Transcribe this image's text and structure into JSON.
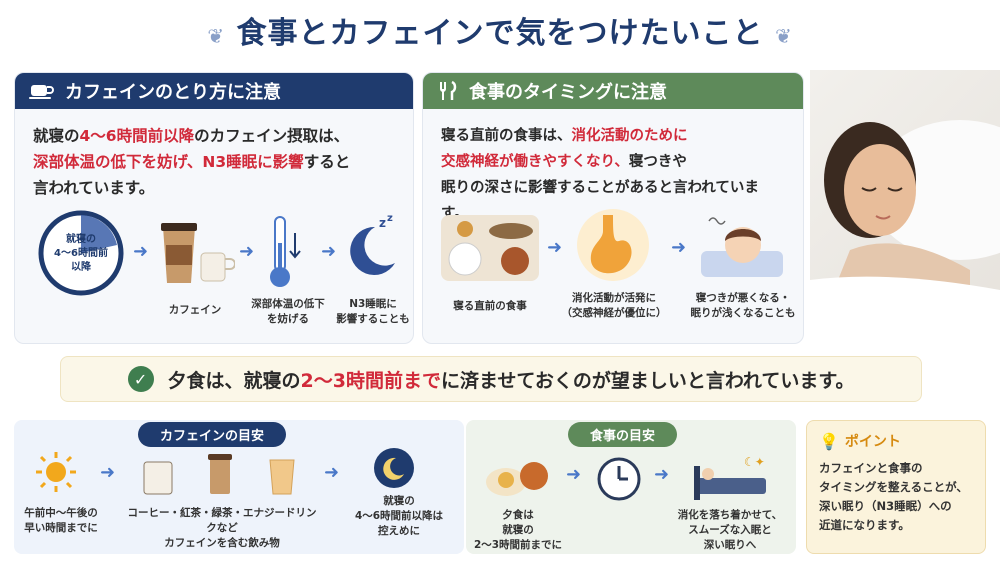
{
  "title": "食事とカフェインで気をつけたいこと",
  "caffeine_panel": {
    "heading": "カフェインのとり方に注意",
    "line1_pre": "就寝の",
    "line1_red": "4〜6時間前以降",
    "line1_post": "のカフェイン摂取は、",
    "line2_red": "深部体温の低下を妨げ、N3睡眠に影響",
    "line2_post": "すると",
    "line3": "言われています。",
    "clock_label_1": "就寝の",
    "clock_label_2": "4〜6時間前",
    "clock_label_3": "以降",
    "cap_caffeine": "カフェイン",
    "cap_temp_1": "深部体温の低下",
    "cap_temp_2": "を妨げる",
    "cap_n3_1": "N3睡眠に",
    "cap_n3_2": "影響することも"
  },
  "meal_panel": {
    "heading": "食事のタイミングに注意",
    "line1_pre": "寝る直前の食事は、",
    "line1_red": "消化活動のために",
    "line2_red": "交感神経が働きやすくなり、",
    "line2_post": "寝つきや",
    "line3": "眠りの深さに影響することがあると言われています。",
    "cap_meal": "寝る直前の食事",
    "cap_digest_1": "消化活動が活発に",
    "cap_digest_2": "（交感神経が優位に）",
    "cap_sleep_1": "寝つきが悪くなる・",
    "cap_sleep_2": "眠りが浅くなることも"
  },
  "summary": {
    "pre": "夕食は、就寝の",
    "red": "2〜3時間前まで",
    "post": "に済ませておくのが望ましいと言われています。"
  },
  "caffeine_guide": {
    "label": "カフェインの目安",
    "sun_1": "午前中〜午後の",
    "sun_2": "早い時間までに",
    "drinks_1": "コーヒー・紅茶・緑茶・エナジードリンクなど",
    "drinks_2": "カフェインを含む飲み物",
    "moon_1": "就寝の",
    "moon_2": "4〜6時間前以降は",
    "moon_3": "控えめに"
  },
  "meal_guide": {
    "label": "食事の目安",
    "dinner_1": "夕食は",
    "dinner_2": "就寝の",
    "dinner_3": "2〜3時間前までに",
    "bed_1": "消化を落ち着かせて、",
    "bed_2": "スムーズな入眠と",
    "bed_3": "深い眠りへ"
  },
  "point": {
    "label": "ポイント",
    "l1": "カフェインと食事の",
    "l2": "タイミングを整えることが、",
    "l3": "深い眠り（N3睡眠）への",
    "l4": "近道になります。"
  },
  "colors": {
    "navy": "#1f3b6e",
    "green": "#5e8a5a",
    "red": "#d12a3a",
    "gold": "#e0a020"
  }
}
